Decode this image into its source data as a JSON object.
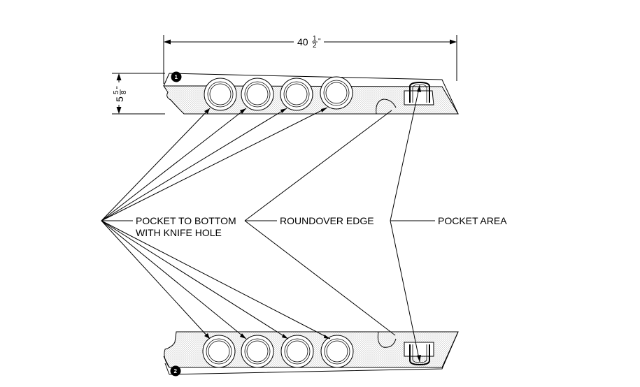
{
  "dimensions": {
    "width_whole": "40",
    "width_frac_num": "1",
    "width_frac_den": "2",
    "width_unit": "\"",
    "height_whole": "5",
    "height_frac_num": "5",
    "height_frac_den": "8",
    "height_unit": "\""
  },
  "callouts": {
    "pocket_line1": "POCKET TO BOTTOM",
    "pocket_line2": "WITH KNIFE HOLE",
    "roundover": "ROUNDOVER EDGE",
    "pocket_area": "POCKET AREA"
  },
  "views": [
    {
      "number": "1"
    },
    {
      "number": "2"
    }
  ],
  "colors": {
    "line": "#000000",
    "stipple": "#8a8a8a",
    "background": "#ffffff"
  }
}
